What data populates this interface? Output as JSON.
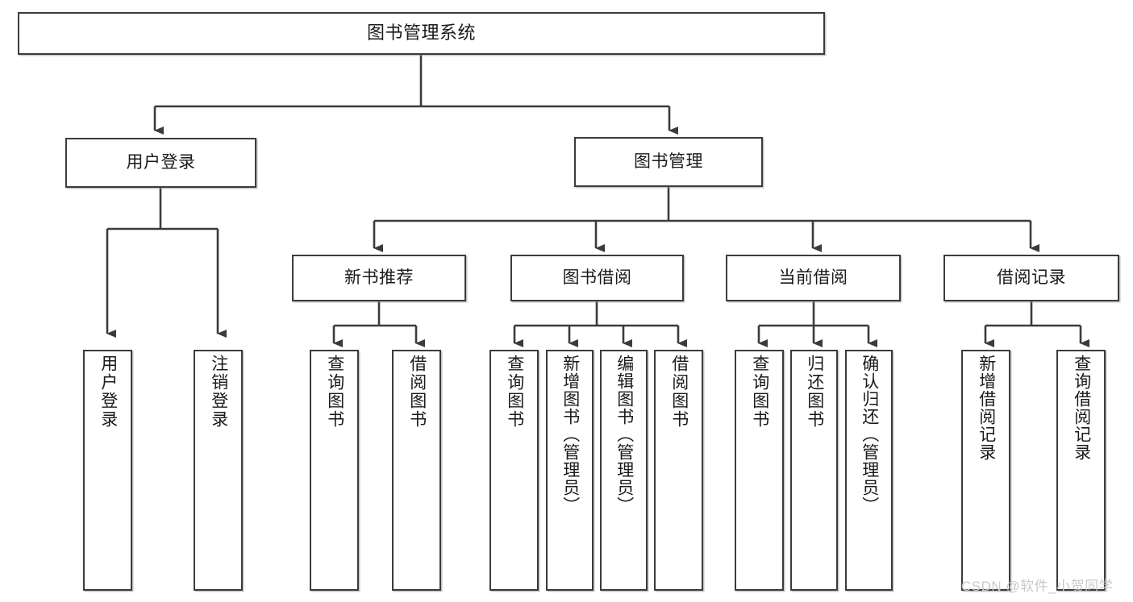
{
  "diagram": {
    "title": "图书管理系统",
    "type": "tree-hierarchy-chart",
    "watermark": "CSDN @软件_小贺同学",
    "colors": {
      "box_border": "#3b3b3b",
      "box_fill": "#ffffff",
      "edge": "#3b3b3b",
      "text": "#1a1a1a",
      "watermark": "#c9c9c9",
      "background": "#ffffff"
    },
    "levels": {
      "root": {
        "label": "图书管理系统"
      },
      "level2": [
        {
          "label": "用户登录"
        },
        {
          "label": "图书管理"
        }
      ],
      "level3": [
        {
          "label": "新书推荐"
        },
        {
          "label": "图书借阅"
        },
        {
          "label": "当前借阅"
        },
        {
          "label": "借阅记录"
        }
      ],
      "leaves": {
        "user_login": [
          {
            "label": "用户登录"
          },
          {
            "label": "注销登录"
          }
        ],
        "new_book_recommend": [
          {
            "label": "查询图书"
          },
          {
            "label": "借阅图书"
          }
        ],
        "book_borrow": [
          {
            "label": "查询图书"
          },
          {
            "label": "新增图书（管理员）"
          },
          {
            "label": "编辑图书（管理员）"
          },
          {
            "label": "借阅图书"
          }
        ],
        "current_borrow": [
          {
            "label": "查询图书"
          },
          {
            "label": "归还图书"
          },
          {
            "label": "确认归还（管理员）"
          }
        ],
        "borrow_record": [
          {
            "label": "新增借阅记录"
          },
          {
            "label": "查询借阅记录"
          }
        ]
      }
    }
  }
}
